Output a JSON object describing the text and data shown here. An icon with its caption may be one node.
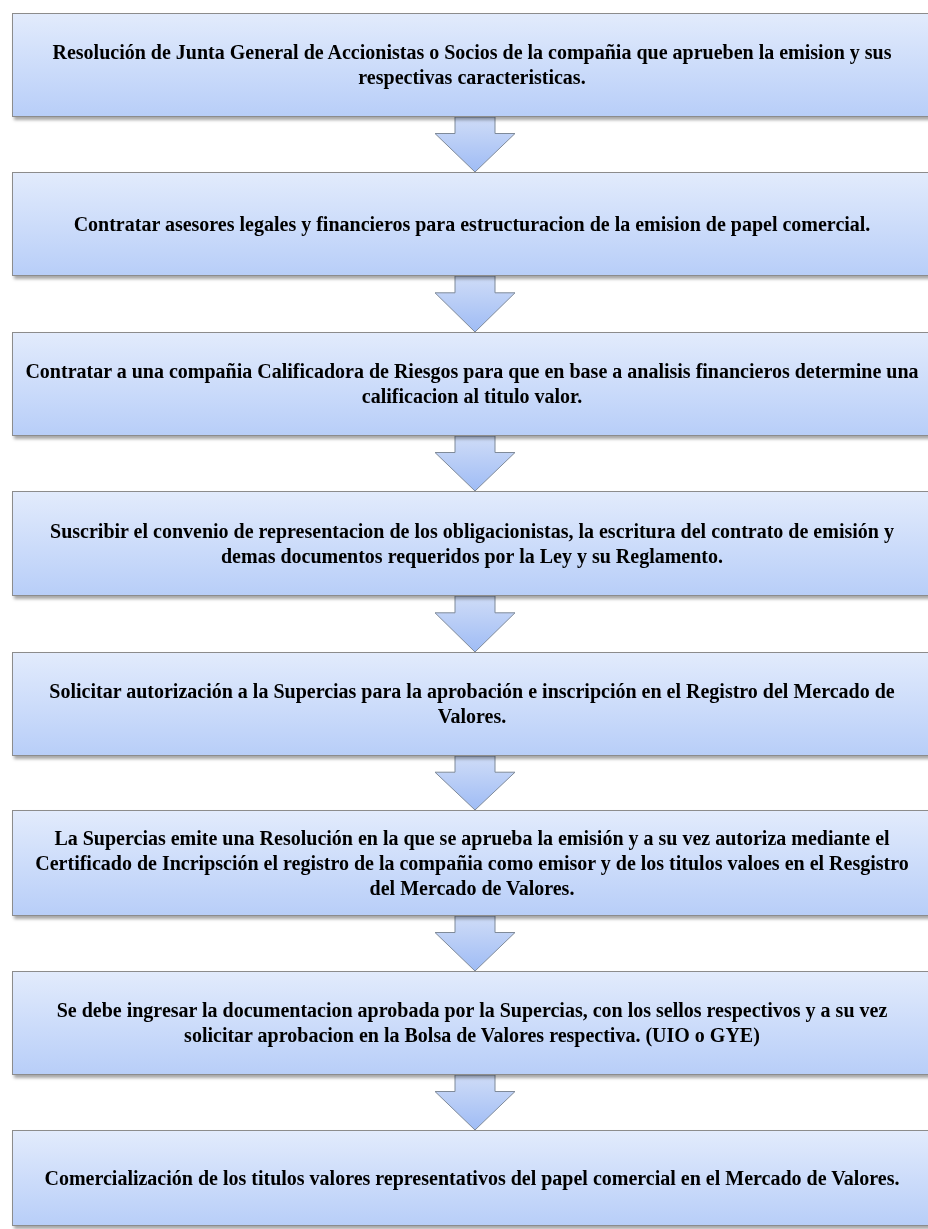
{
  "diagram": {
    "nodes": [
      {
        "text": [
          "Resolución de Junta General de Accionistas o Socios de la compañia que aprueben la emision y sus respectivas caracteristicas."
        ]
      },
      {
        "text": [
          "Contratar asesores legales y financieros para estructuracion de la emision de papel comercial."
        ]
      },
      {
        "text": [
          "Contratar a una compañia Calificadora de Riesgos para que en base a analisis financieros determine una calificacion al titulo valor."
        ]
      },
      {
        "text": [
          "Suscribir el convenio de representacion de los obligacionistas, la escritura del contrato de emisión y demas documentos requeridos por la Ley y su Reglamento."
        ]
      },
      {
        "text": [
          "Solicitar autorización a la Supercias para la aprobación e inscripción en el Registro del Mercado de Valores."
        ]
      },
      {
        "text": [
          "La Supercias emite una Resolución en la que se aprueba la emisión y a su vez autoriza mediante el Certificado de Incripsción el registro de la compañia como emisor y de los titulos valoes en el Resgistro del Mercado de Valores."
        ]
      },
      {
        "text": [
          "Se debe ingresar la documentacion aprobada por la Supercias, con los sellos respectivos y a su vez solicitar aprobacion en la Bolsa de Valores respectiva. (UIO o GYE)"
        ]
      },
      {
        "text": [
          "Comercialización de los titulos valores representativos del papel comercial en el Mercado de Valores."
        ]
      }
    ],
    "edges": [
      {
        "from": 0,
        "to": 1,
        "arrow": "to"
      },
      {
        "from": 1,
        "to": 2,
        "arrow": "to"
      },
      {
        "from": 2,
        "to": 3,
        "arrow": "to"
      },
      {
        "from": 3,
        "to": 4,
        "arrow": "to"
      },
      {
        "from": 4,
        "to": 5,
        "arrow": "to"
      },
      {
        "from": 5,
        "to": 6,
        "arrow": "to"
      },
      {
        "from": 6,
        "to": 7,
        "arrow": "to"
      }
    ]
  }
}
